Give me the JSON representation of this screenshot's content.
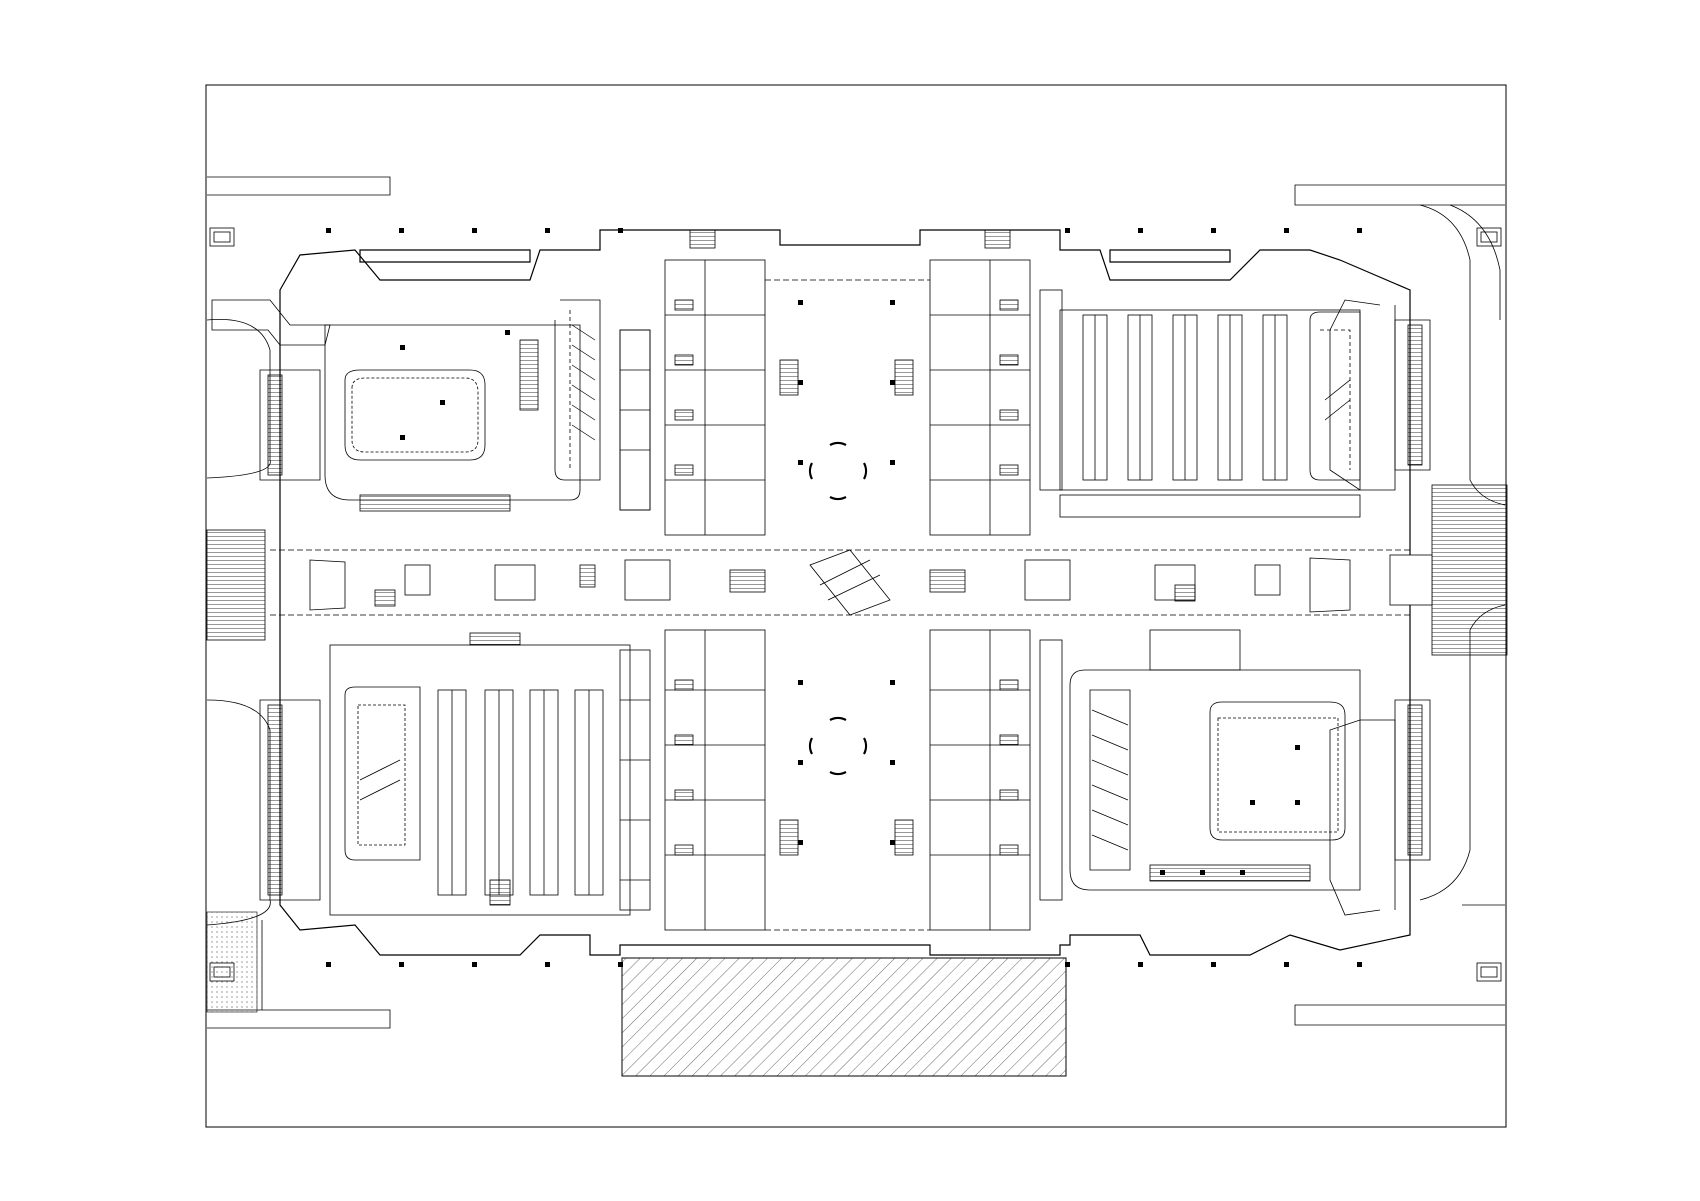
{
  "drawing": {
    "type": "architectural-floor-plan",
    "text_labels": [],
    "line_color": "#000000",
    "background_color": "#ffffff",
    "hatch_color": "#444444"
  },
  "zones": [
    {
      "id": "north-west-block",
      "kind": "car-park-ramp"
    },
    {
      "id": "north-east-block",
      "kind": "parking-bays"
    },
    {
      "id": "south-west-block",
      "kind": "parking-bays"
    },
    {
      "id": "south-east-block",
      "kind": "car-park-ramp"
    },
    {
      "id": "central-concourse",
      "kind": "atrium"
    },
    {
      "id": "west-retail-column",
      "kind": "retail-units"
    },
    {
      "id": "east-retail-column",
      "kind": "retail-units"
    },
    {
      "id": "east-west-corridor",
      "kind": "circulation"
    },
    {
      "id": "south-hatched-area",
      "kind": "outdoor-plaza"
    }
  ],
  "legend": []
}
